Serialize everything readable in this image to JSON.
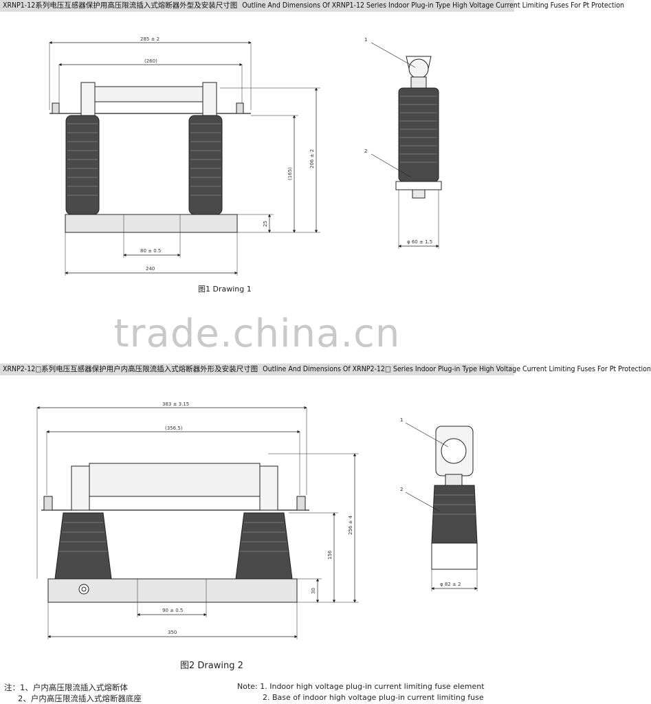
{
  "drawing1": {
    "banner_cn": "XRNP1-12系列电压互感器保护用高压限流插入式熔断器外型及安装尺寸图",
    "banner_en": "Outline And Dimensions Of XRNP1-12 Series Indoor Plug-in Type High Voltage Current Limiting Fuses For Pt Protection",
    "caption": "图1 Drawing 1",
    "dims": {
      "overall": "285 ± 2",
      "inner": "(260)",
      "height": "206 ± 2",
      "fuse_height": "(165)",
      "base_height": "25",
      "hole_spacing": "80 ± 0.5",
      "base_length": "240",
      "diameter": "φ 60 ± 1.5"
    },
    "callouts": [
      "1",
      "2"
    ]
  },
  "watermark": "trade.china.cn",
  "drawing2": {
    "banner_cn": "XRNP2-12□系列电压互感器保护用户内高压限流插入式熔断器外形及安装尺寸图",
    "banner_en": "Outline And Dimensions Of XRNP2-12□ Series Indoor Plug-in Type High Voltage Current Limiting Fuses For Pt Protection",
    "caption": "图2 Drawing 2",
    "dims": {
      "overall": "383 ± 3.15",
      "inner": "(356.5)",
      "height": "256 ± 4",
      "fuse_height": "156",
      "base_height": "30",
      "hole_spacing": "90 ± 0.5",
      "base_length": "350",
      "diameter": "φ 82 ± 2"
    },
    "callouts": [
      "1",
      "2"
    ]
  },
  "notes": {
    "cn_1": "注：1、户内高压限流插入式熔断体",
    "cn_2": "2、户内高压限流插入式熔断器底座",
    "en_1": "Note: 1. Indoor high voltage plug-in current limiting fuse element",
    "en_2": "2. Base of indoor high voltage plug-in current limiting fuse"
  },
  "colors": {
    "banner_bg": "#dcdcdc",
    "insulator": "#4a4a4a",
    "base": "#e6e6e6",
    "line": "#222222"
  }
}
